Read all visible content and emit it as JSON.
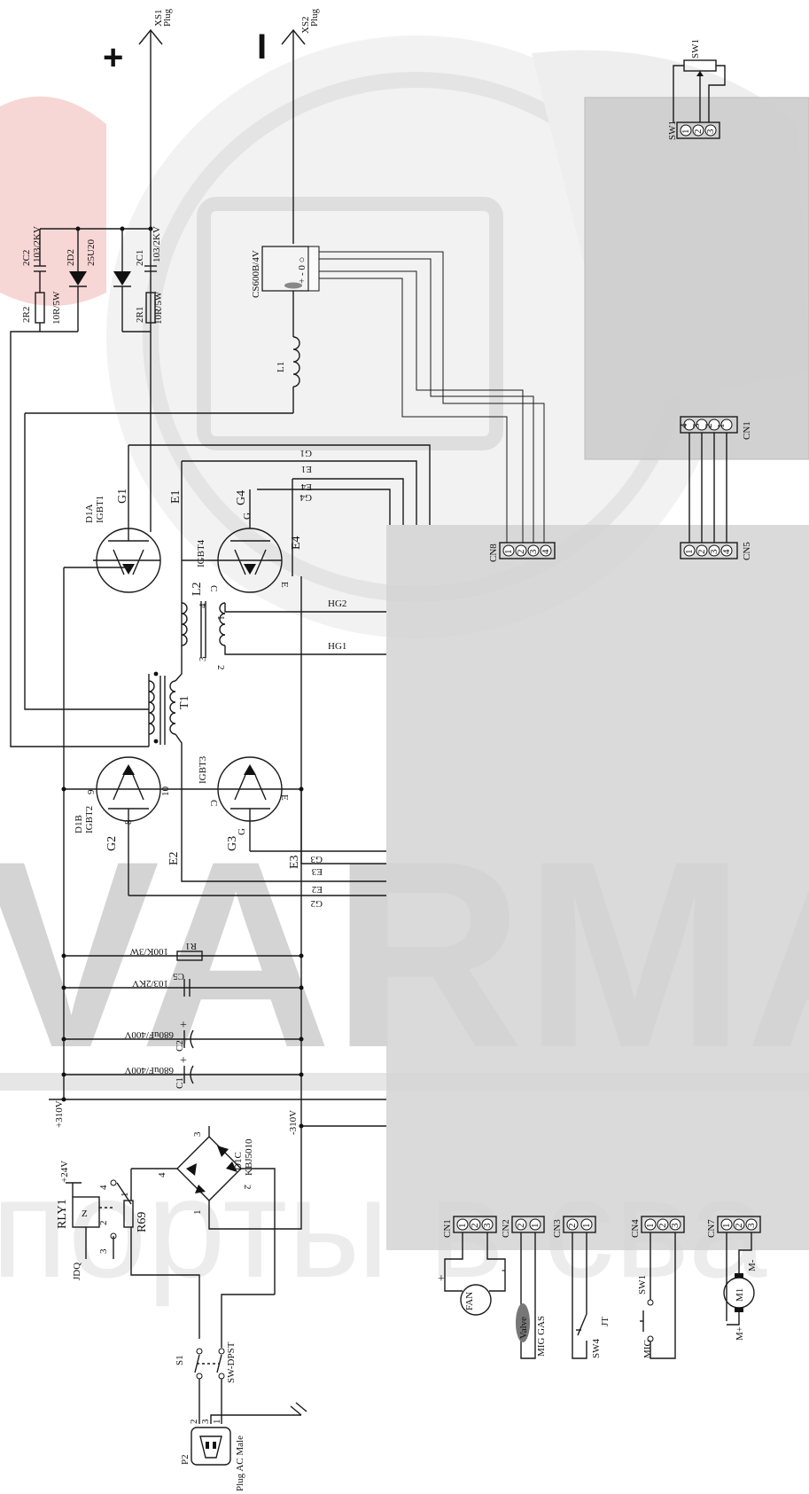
{
  "watermark": {
    "brand": "VARMA",
    "tagline": "порты в сва"
  },
  "terminals": {
    "plus": {
      "sign": "+",
      "name": "XS1",
      "kind": "Plug"
    },
    "minus": {
      "sign": "I",
      "name": "XS2",
      "kind": "Plug"
    }
  },
  "snubber": {
    "c2": "2C2",
    "c2_val": "103/2KV",
    "d2": "2D2",
    "d2_val": "25U20",
    "c1": "2C1",
    "c1_val": "103/2KV",
    "r2": "2R2",
    "r2_val": "10R/5W",
    "r1": "2R1",
    "r1_val": "10R/5W"
  },
  "sensor": {
    "name": "CS600B/4V",
    "pins": "+ - 0 ○"
  },
  "inductors": {
    "l1": "L1",
    "l2": "L2",
    "l2_p1": "1",
    "l2_p2": "2",
    "l2_p3": "4",
    "l2_p4": "3"
  },
  "igbts": {
    "d1a": "D1A",
    "igbt1": "IGBT1",
    "g1": "G1",
    "e1": "E1",
    "igbt4": "IGBT4",
    "g4": "G4",
    "e4": "E4",
    "d1b": "D1B",
    "igbt2": "IGBT2",
    "g2": "G2",
    "e2": "E2",
    "igbt3": "IGBT3",
    "g3": "G3",
    "e3": "E3",
    "pin_c": "C",
    "pin_e": "E",
    "pin_g": "G",
    "p9": "9",
    "p10": "10",
    "p8": "8"
  },
  "transformer": {
    "name": "T1"
  },
  "bus_labels": {
    "g1": "G1",
    "e1": "E1",
    "e4": "E4",
    "g4": "G4",
    "hg2": "HG2",
    "hg1": "HG1",
    "g3": "G3",
    "e3": "E3",
    "e2": "E2",
    "g2": "G2"
  },
  "dc_link": {
    "r1": "R1",
    "r1_val": "100K/3W",
    "c5": "C5",
    "c5_val": "103/2KV",
    "c2": "C2",
    "c2_val": "680uF/400V",
    "c1": "C1",
    "c1_val": "680uF/400V",
    "plus310": "+310V",
    "minus310": "-310V",
    "plus_sign": "+"
  },
  "rectifier": {
    "name": "D1C",
    "part": "KBJ5010",
    "p1": "1",
    "p2": "2",
    "p3": "3",
    "p4": "4"
  },
  "relay": {
    "name": "RLY1",
    "supply": "+24V",
    "jdq": "JDQ",
    "r69": "R69",
    "p1": "1",
    "p2": "2",
    "p3": "3",
    "p4": "4"
  },
  "power_in": {
    "s1": "S1",
    "sw": "SW-DPST",
    "p2": "P2",
    "plug": "Plug AC Male",
    "p1": "1",
    "p2n": "2",
    "p3": "3"
  },
  "connectors": {
    "sw1": {
      "name": "SW1",
      "label": "SW1",
      "pins": [
        "1",
        "2",
        "3"
      ]
    },
    "cn1_top": {
      "name": "CN1",
      "pins": [
        "1",
        "2",
        "3",
        "4"
      ]
    },
    "cn5": {
      "name": "CN5",
      "pins": [
        "1",
        "2",
        "3",
        "4"
      ]
    },
    "cn8": {
      "name": "CN8",
      "pins": [
        "1",
        "2",
        "3",
        "4"
      ]
    },
    "cn1": {
      "name": "CN1",
      "pins": [
        "1",
        "2",
        "3"
      ],
      "device": "FAN",
      "plus": "+",
      "minus": "-"
    },
    "cn2": {
      "name": "CN2",
      "pins": [
        "2",
        "1"
      ],
      "device": "Valve",
      "label": "MIG GAS"
    },
    "cn3": {
      "name": "CN3",
      "pins": [
        "2",
        "1"
      ],
      "device": "SW4",
      "label": "JT"
    },
    "cn4": {
      "name": "CN4",
      "pins": [
        "1",
        "2",
        "3"
      ],
      "device": "SW1",
      "label": "MIG"
    },
    "cn7": {
      "name": "CN7",
      "pins": [
        "1",
        "2",
        "3"
      ],
      "device": "M1",
      "mplus": "M+",
      "mminus": "M-"
    }
  }
}
